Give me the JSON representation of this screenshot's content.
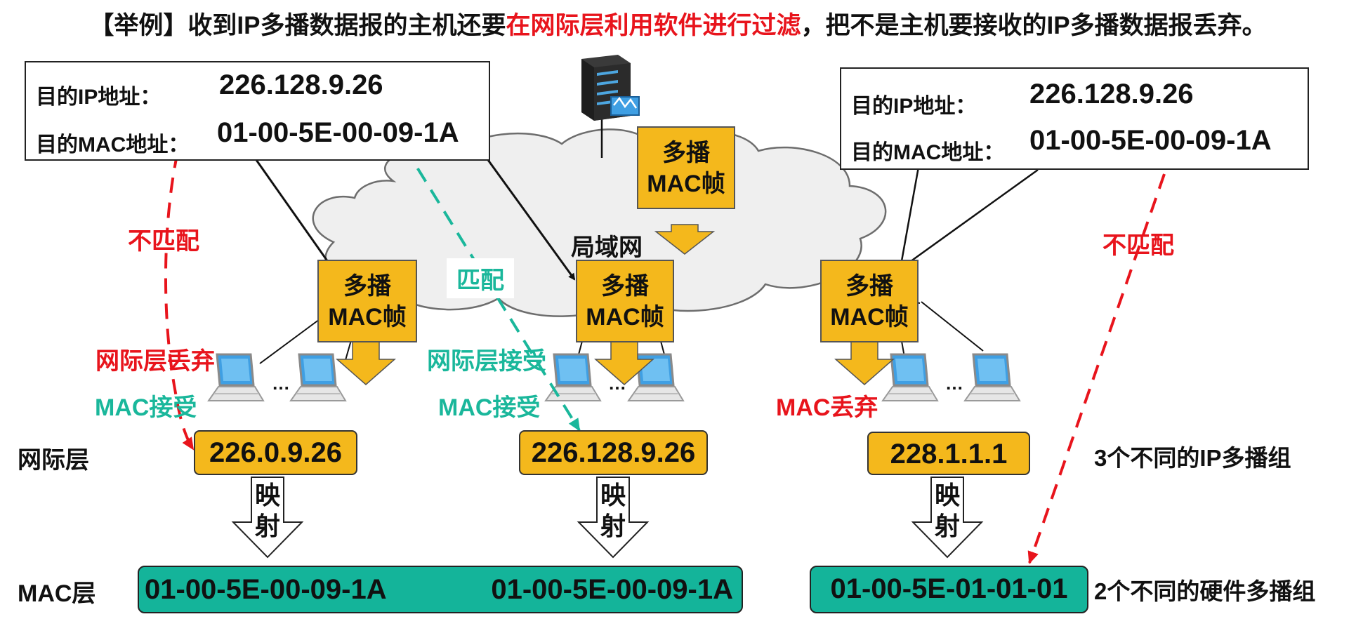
{
  "title": {
    "part1": "【举例】收到IP多播数据报的主机还要",
    "part2": "在网际层利用软件进行过滤",
    "part3": "，把不是主机要接收的IP多播数据报丢弃。"
  },
  "packet_left": {
    "dest_ip_label": "目的IP地址：",
    "dest_ip_value": "226.128.9.26",
    "dest_mac_label": "目的MAC地址：",
    "dest_mac_value": "01-00-5E-00-09-1A"
  },
  "packet_right": {
    "dest_ip_label": "目的IP地址：",
    "dest_ip_value": "226.128.9.26",
    "dest_mac_label": "目的MAC地址：",
    "dest_mac_value": "01-00-5E-00-09-1A"
  },
  "lan_label": "局域网",
  "frames": [
    {
      "line1": "多播",
      "line2": "MAC帧"
    },
    {
      "line1": "多播",
      "line2": "MAC帧"
    },
    {
      "line1": "多播",
      "line2": "MAC帧"
    },
    {
      "line1": "多播",
      "line2": "MAC帧"
    }
  ],
  "labels": {
    "mismatch_left": "不匹配",
    "match": "匹配",
    "mismatch_right": "不匹配",
    "ip_discard": "网际层丢弃",
    "mac_accept_1": "MAC接受",
    "ip_accept": "网际层接受",
    "mac_accept_2": "MAC接受",
    "mac_discard": "MAC丢弃",
    "ellipsis": "…"
  },
  "layers": {
    "ip_layer": "网际层",
    "mac_layer": "MAC层",
    "ip_group_note": "3个不同的IP多播组",
    "hw_group_note": "2个不同的硬件多播组"
  },
  "ip_groups": [
    "226.0.9.26",
    "226.128.9.26",
    "228.1.1.1"
  ],
  "mapping_label": {
    "line1": "映",
    "line2": "射"
  },
  "mac_groups": {
    "shared_left": "01-00-5E-00-09-1A",
    "shared_right": "01-00-5E-00-09-1A",
    "separate": "01-00-5E-01-01-01"
  },
  "colors": {
    "accent_red": "#e8141c",
    "accent_teal": "#1ab79b",
    "frame_orange": "#f4b81c",
    "mac_teal": "#14b49a",
    "cloud": "#efefef",
    "laptop_screen": "#3f9fe3"
  },
  "icons": [
    "server-icon",
    "laptop-icon",
    "cloud-shape"
  ]
}
